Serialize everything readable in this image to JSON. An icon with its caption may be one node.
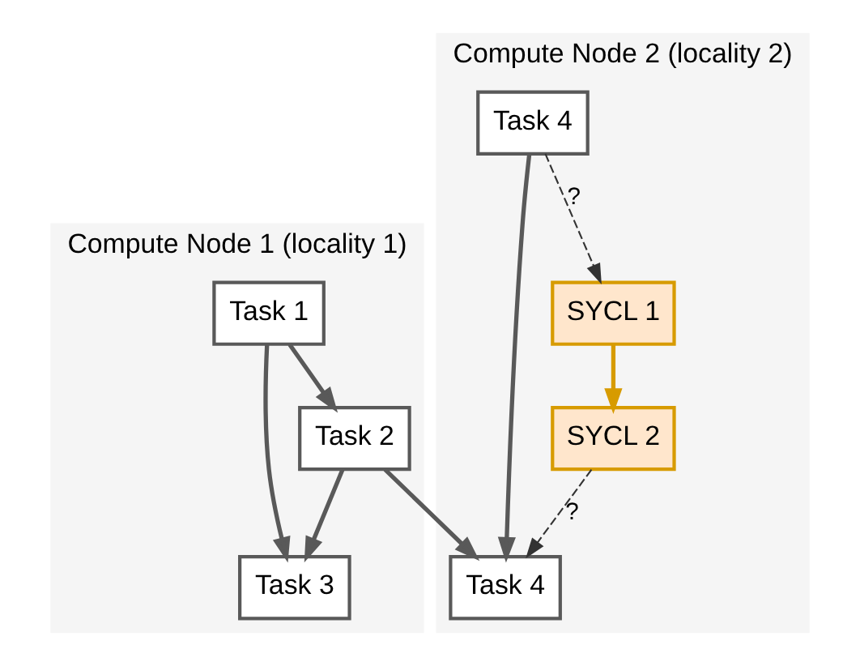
{
  "diagram": {
    "nodes": [
      {
        "text": [
          "Compute Node 1 (locality 1)"
        ]
      },
      {
        "text": [
          "Task 1"
        ],
        "in": 0
      },
      {
        "text": [
          "Task 2"
        ],
        "in": 0
      },
      {
        "text": [
          "Task 3"
        ],
        "in": 0
      },
      {
        "text": [
          "Compute Node 2 (locality 2)"
        ]
      },
      {
        "text": [
          "Task 4"
        ],
        "in": 4
      },
      {
        "text": [
          "SYCL 1"
        ],
        "in": 4
      },
      {
        "text": [
          "SYCL 2"
        ],
        "in": 4
      },
      {
        "text": [
          "Task 4"
        ],
        "in": 4
      }
    ],
    "edges": [
      {
        "from": 1,
        "to": 2,
        "arrow": "to"
      },
      {
        "from": 1,
        "to": 3,
        "arrow": "to"
      },
      {
        "from": 2,
        "to": 3,
        "arrow": "to"
      },
      {
        "from": 2,
        "to": 8,
        "arrow": "to"
      },
      {
        "from": 5,
        "to": 8,
        "arrow": "to"
      },
      {
        "from": 5,
        "to": 6,
        "arrow": "to",
        "label": "?",
        "style": "dashed",
        "color": "#333333"
      },
      {
        "from": 6,
        "to": 7,
        "arrow": "to",
        "color": "#d79b00"
      },
      {
        "from": 7,
        "to": 8,
        "arrow": "to",
        "label": "?",
        "style": "dashed",
        "color": "#333333"
      }
    ]
  }
}
